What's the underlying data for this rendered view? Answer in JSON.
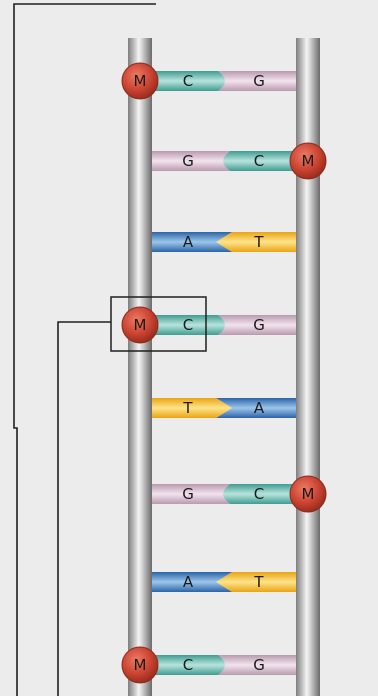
{
  "colors": {
    "background": "#ececec",
    "rail_dark": "#7d7d7d",
    "rail_light": "#f2f2f2",
    "C": {
      "dark": "#3f9c92",
      "light": "#b8e4dc"
    },
    "G": {
      "dark": "#b89aae",
      "light": "#f3e3ee"
    },
    "A": {
      "dark": "#2b63a8",
      "light": "#9cc6ea"
    },
    "T": {
      "dark": "#e8a414",
      "light": "#ffe38a"
    },
    "methyl": "#c8412f",
    "bracket_line": "#1f1f1f"
  },
  "methyl_label": "M",
  "rungs": [
    {
      "left": "C",
      "right": "G",
      "methyl": "left"
    },
    {
      "left": "G",
      "right": "C",
      "methyl": "right"
    },
    {
      "left": "A",
      "right": "T",
      "methyl": "none"
    },
    {
      "left": "C",
      "right": "G",
      "methyl": "left",
      "boxed": true
    },
    {
      "left": "T",
      "right": "A",
      "methyl": "none"
    },
    {
      "left": "G",
      "right": "C",
      "methyl": "right"
    },
    {
      "left": "A",
      "right": "T",
      "methyl": "none"
    },
    {
      "left": "C",
      "right": "G",
      "methyl": "left"
    }
  ]
}
